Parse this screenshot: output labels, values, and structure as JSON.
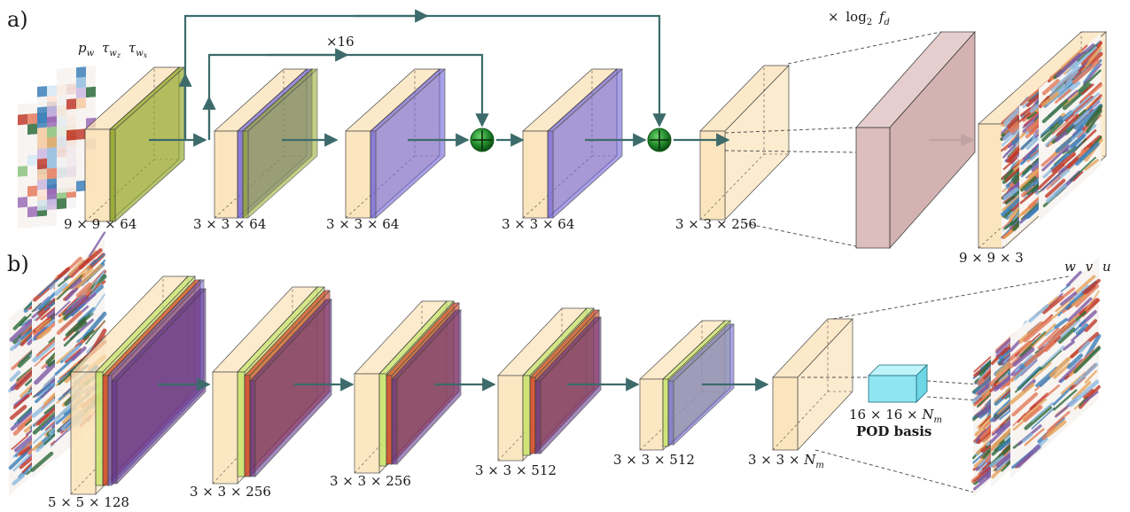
{
  "panel_a": {
    "label": "a)",
    "input_labels": [
      "p",
      "w",
      "τ",
      "w",
      "z",
      "τ",
      "w",
      "x"
    ],
    "upsample_label": [
      "×",
      "log",
      "2",
      "f",
      "d"
    ],
    "repeat_label": "×16",
    "layer_labels": [
      "9 × 9 × 64",
      "3 × 3 × 64",
      "3 × 3 × 64",
      "3 × 3 × 64",
      "3 × 3 × 256",
      "9 × 9 × 3"
    ]
  },
  "panel_b": {
    "label": "b)",
    "output_labels": [
      "w",
      "v",
      "u"
    ],
    "layer_labels": [
      "5 × 5 × 128",
      "3 × 3 × 256",
      "3 × 3 × 256",
      "3 × 3 × 512",
      "3 × 3 × 512"
    ],
    "final_layer": [
      "3 × 3 × ",
      "N",
      "m"
    ],
    "pod_dims": [
      "16 × 16 × ",
      "N",
      "m"
    ],
    "pod_title": "POD basis"
  },
  "colors": {
    "arrow": "#3d6b6b",
    "beige": "#fbe3b8",
    "olive": "#8ca31f",
    "lime": "#c6e36a",
    "blue": "#6f62d8",
    "purple": "#5b2f86",
    "red": "#d2452a",
    "pink": "#d8b7b6",
    "cyan": "#8fe6f2",
    "sum_node": "#1f8a2a"
  }
}
